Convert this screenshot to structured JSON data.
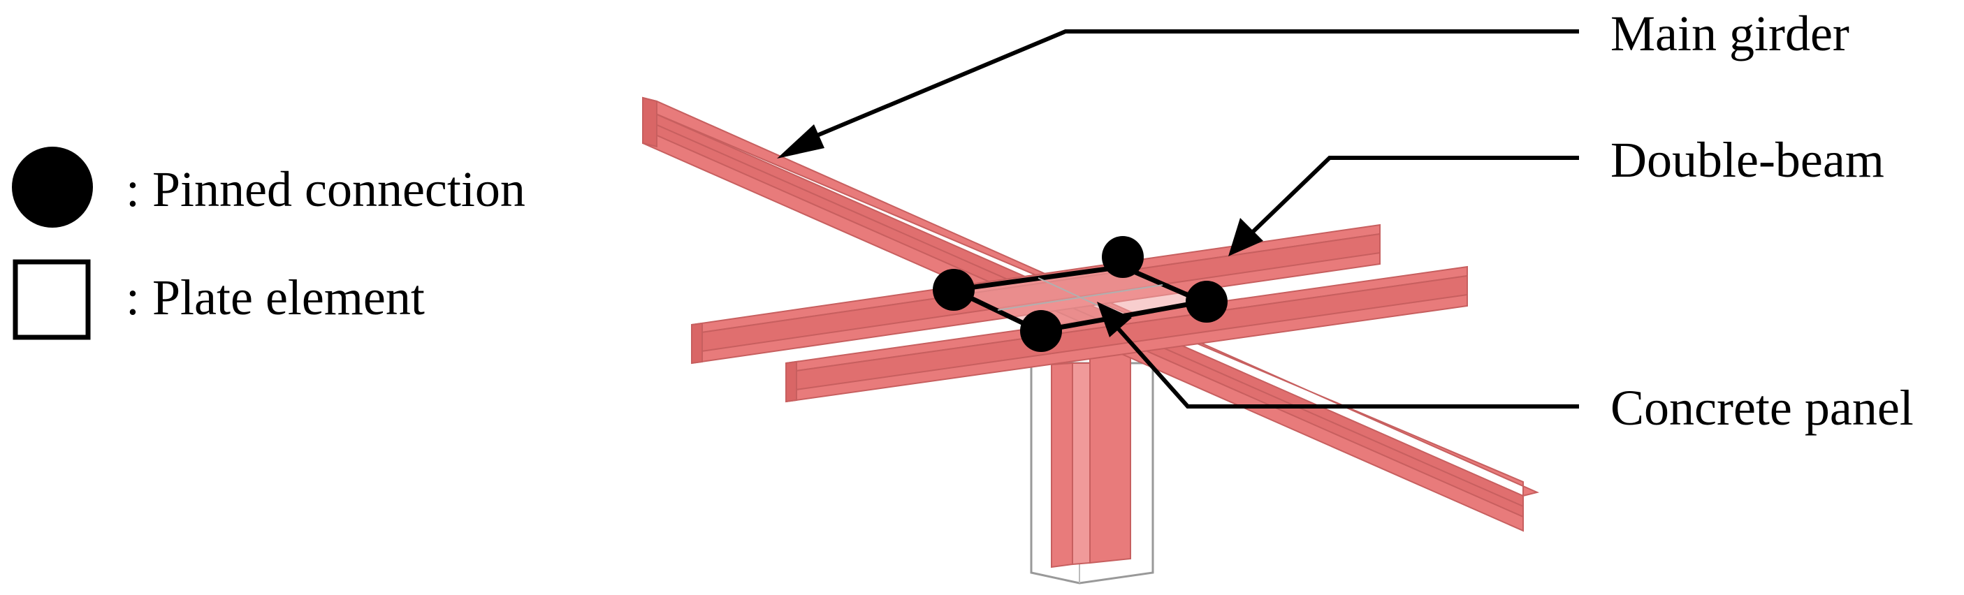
{
  "legend": {
    "items": [
      {
        "symbol": "filled-circle",
        "label": ": Pinned connection"
      },
      {
        "symbol": "square",
        "label": ": Plate element"
      }
    ]
  },
  "labels": {
    "main_girder": "Main girder",
    "double_beam": "Double-beam",
    "concrete_panel": "Concrete panel"
  },
  "colors": {
    "steel_fill": "#e87b7b",
    "steel_edge": "#c75f5f",
    "ink": "#000000",
    "outline": "#999999"
  }
}
